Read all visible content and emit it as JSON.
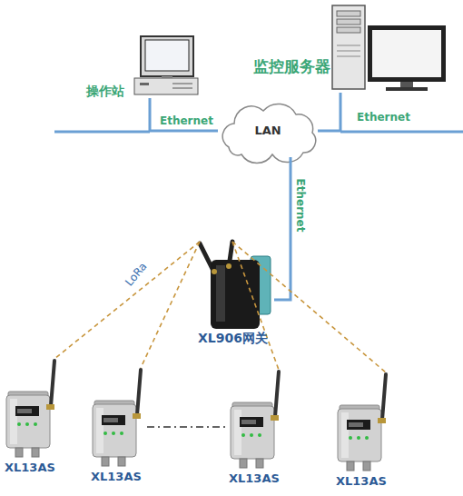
{
  "diagram": {
    "nodes": [
      {
        "text": [
          "操作站"
        ]
      },
      {
        "text": [
          "LAN"
        ]
      },
      {
        "text": [
          "监控服务器"
        ]
      },
      {
        "text": [
          "XL906网关"
        ]
      },
      {
        "text": [
          "XL13AS"
        ]
      },
      {
        "text": [
          "XL13AS"
        ]
      },
      {
        "text": [
          "XL13AS"
        ]
      },
      {
        "text": [
          "XL13AS"
        ]
      }
    ],
    "edges": [
      {
        "from": 0,
        "to": 1,
        "arrow": "none",
        "label": "Ethernet"
      },
      {
        "from": 1,
        "to": 2,
        "arrow": "none",
        "label": "Ethernet"
      },
      {
        "from": 1,
        "to": 3,
        "arrow": "none",
        "label": "Ethernet"
      },
      {
        "from": 3,
        "to": 4,
        "arrow": "none",
        "label": "LoRa"
      },
      {
        "from": 3,
        "to": 5,
        "arrow": "none"
      },
      {
        "from": 3,
        "to": 6,
        "arrow": "none"
      },
      {
        "from": 3,
        "to": 7,
        "arrow": "none"
      },
      {
        "from": 5,
        "to": 6,
        "arrow": "none"
      }
    ]
  }
}
